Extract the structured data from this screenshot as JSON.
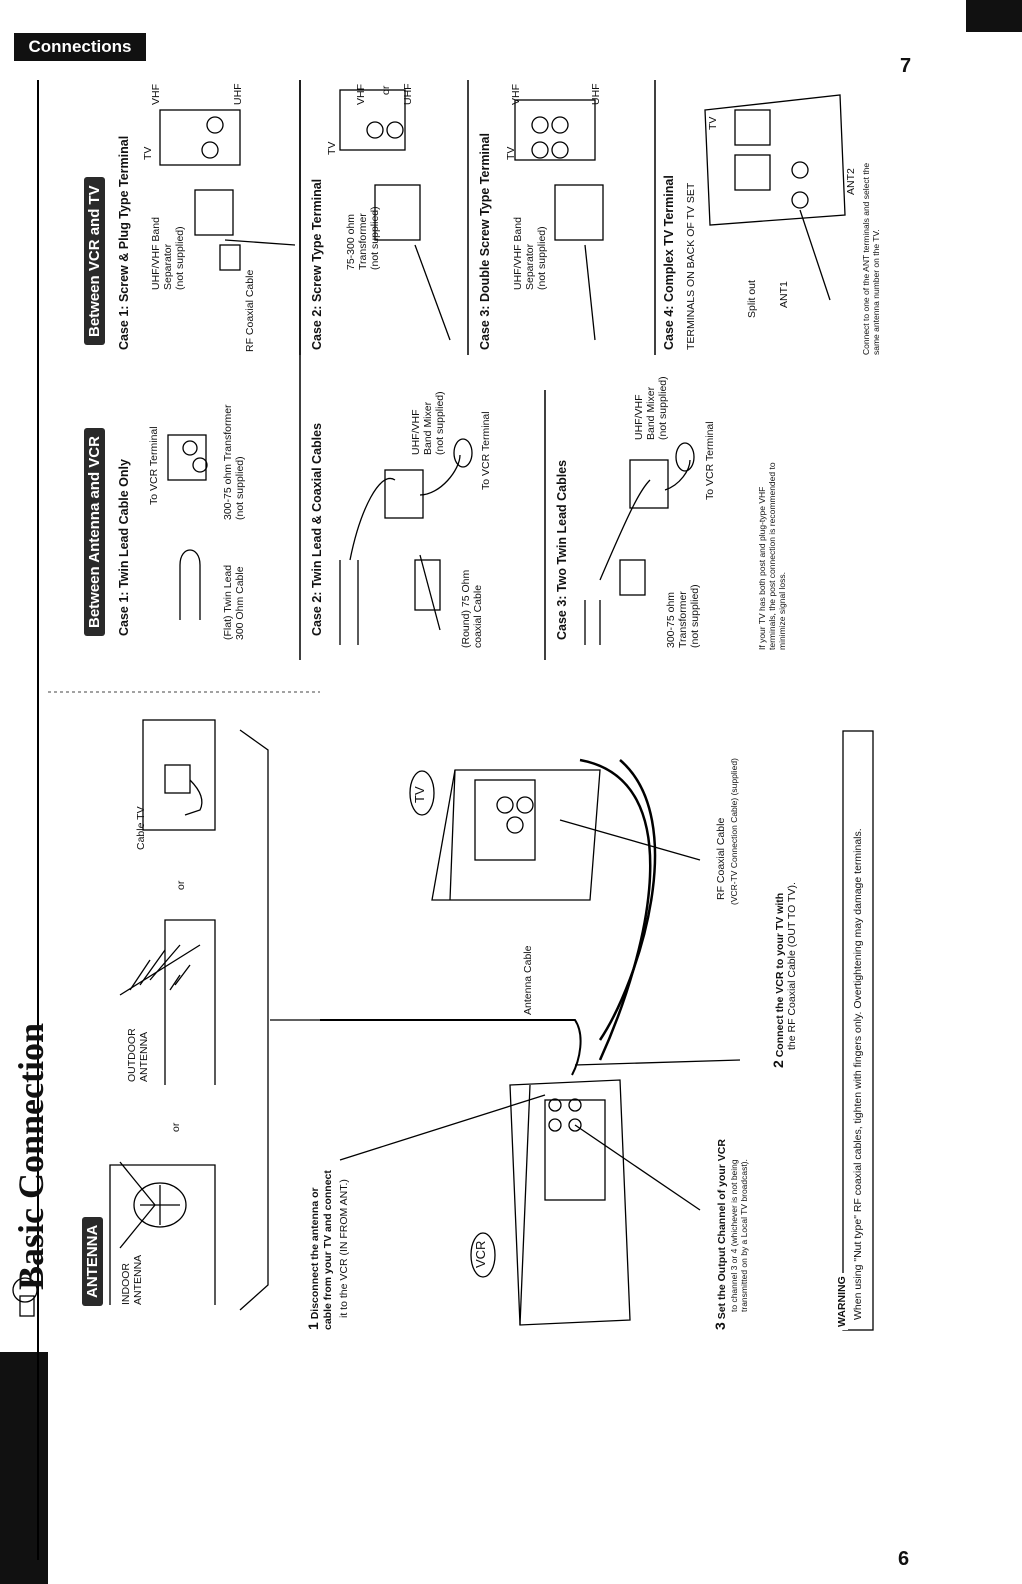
{
  "header": {
    "tab_label": "Connections",
    "page_title": "Basic Connection",
    "page_left": "6",
    "page_right": "7"
  },
  "antenna": {
    "section_label": "ANTENNA",
    "indoor": "INDOOR\nANTENNA",
    "or1": "or",
    "outdoor": "OUTDOOR\nANTENNA",
    "or2": "or",
    "cable_tv": "Cable TV"
  },
  "main_diagram": {
    "vcr_label": "VCR",
    "tv_label": "TV",
    "antenna_cable": "Antenna Cable",
    "rf_cable": "RF Coaxial Cable",
    "rf_cable_sub": "(VCR-TV Connection Cable) (supplied)"
  },
  "steps": [
    {
      "num": "1",
      "bold": "Disconnect the antenna or\ncable from your TV and connect",
      "text": "it to the VCR (IN FROM ANT.)"
    },
    {
      "num": "2",
      "bold": "Connect the VCR to your TV with",
      "text": "the RF Coaxial Cable (OUT TO TV)."
    },
    {
      "num": "3",
      "bold": "Set the Output Channel of your VCR",
      "text": "to channel 3 or 4 (whichever is not being\ntransmitted on by a Local TV broadcast)."
    }
  ],
  "warning": {
    "title": "WARNING",
    "text": "When using \"Nut type\" RF coaxial cables, tighten with fingers only. Overtightening may damage terminals."
  },
  "ant_vcr": {
    "section_label": "Between Antenna and VCR",
    "case1": {
      "title": "Case 1: Twin Lead Cable Only",
      "to_vcr": "To VCR Terminal",
      "twin_lead": "(Flat) Twin Lead\n300 Ohm Cable",
      "transformer": "300-75 ohm Transformer\n(not supplied)"
    },
    "case2": {
      "title": "Case 2: Twin Lead & Coaxial Cables",
      "mixer": "UHF/VHF\nBand Mixer\n(not supplied)",
      "to_vcr": "To VCR Terminal",
      "coax": "(Round) 75 Ohm\ncoaxial Cable"
    },
    "case3": {
      "title": "Case 3: Two Twin Lead Cables",
      "mixer": "UHF/VHF\nBand Mixer\n(not supplied)",
      "to_vcr": "To VCR Terminal",
      "transformer": "300-75 ohm\nTransformer\n(not supplied)"
    },
    "note": "If your TV has both post and plug-type VHF\nterminals, the post connection is recommended to\nminimize signal loss."
  },
  "vcr_tv": {
    "section_label": "Between VCR and TV",
    "case1": {
      "title": "Case 1: Screw & Plug Type Terminal",
      "separator": "UHF/VHF Band\nSeparator\n(not supplied)",
      "tv": "TV",
      "vhf": "VHF",
      "uhf": "UHF",
      "rf": "RF Coaxial Cable"
    },
    "case2": {
      "title": "Case 2: Screw Type Terminal",
      "transformer": "75-300 ohm\nTransformer\n(not supplied)",
      "tv": "TV",
      "vhf": "VHF",
      "or": "or",
      "uhf": "UHF"
    },
    "case3": {
      "title": "Case 3: Double Screw Type Terminal",
      "separator": "UHF/VHF Band\nSeparator\n(not supplied)",
      "tv": "TV",
      "vhf": "VHF",
      "uhf": "UHF"
    },
    "case4": {
      "title": "Case 4: Complex TV Terminal",
      "terminals": "TERMINALS ON BACK OF TV SET",
      "tv": "TV",
      "split_out": "Split out",
      "ant1": "ANT1",
      "ant2": "ANT2",
      "note": "Connect to one of the ANT terminals and select the\nsame antenna number on the TV."
    }
  }
}
